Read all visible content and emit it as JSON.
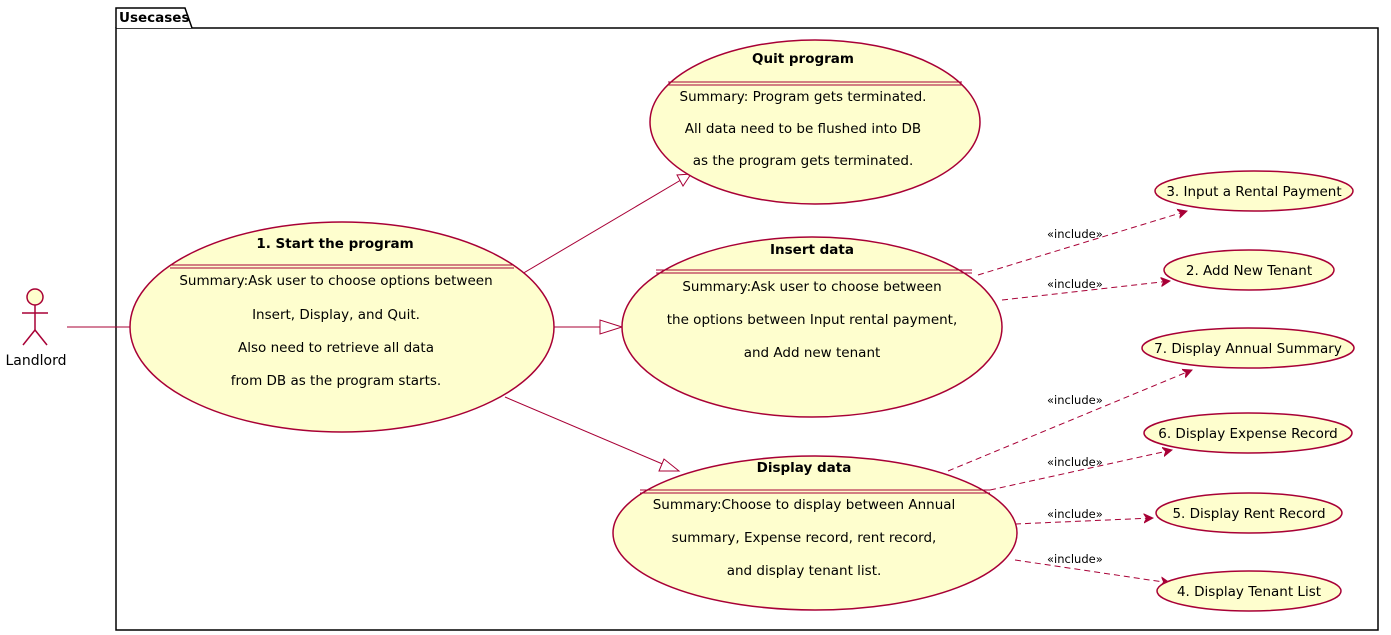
{
  "colors": {
    "border": "#A80036",
    "fill": "#FEFECE",
    "text": "#000000",
    "frame": "#000000"
  },
  "package": {
    "title": "Usecases"
  },
  "actor": {
    "name": "Landlord"
  },
  "usecases": {
    "start": {
      "title": "1. Start the program",
      "lines": [
        "Summary:Ask user to choose options between",
        "Insert, Display, and Quit.",
        "Also need to retrieve all data",
        "from DB as the program starts."
      ]
    },
    "quit": {
      "title": "Quit program",
      "lines": [
        "Summary: Program gets terminated.",
        "All data need to be flushed into DB",
        "as the program gets terminated."
      ]
    },
    "insert": {
      "title": "Insert data",
      "lines": [
        "Summary:Ask user to choose between",
        "the options between Input rental payment,",
        "and Add new tenant"
      ]
    },
    "display": {
      "title": "Display data",
      "lines": [
        "Summary:Choose to display between Annual",
        "summary, Expense record, rent record,",
        "and display tenant list."
      ]
    },
    "rental_payment": {
      "label": "3. Input a Rental Payment"
    },
    "new_tenant": {
      "label": "2. Add New Tenant"
    },
    "annual_summary": {
      "label": "7. Display Annual Summary"
    },
    "expense_record": {
      "label": "6. Display Expense Record"
    },
    "rent_record": {
      "label": "5. Display Rent Record"
    },
    "tenant_list": {
      "label": "4. Display Tenant List"
    }
  },
  "relations": {
    "include_label": "«include»"
  }
}
